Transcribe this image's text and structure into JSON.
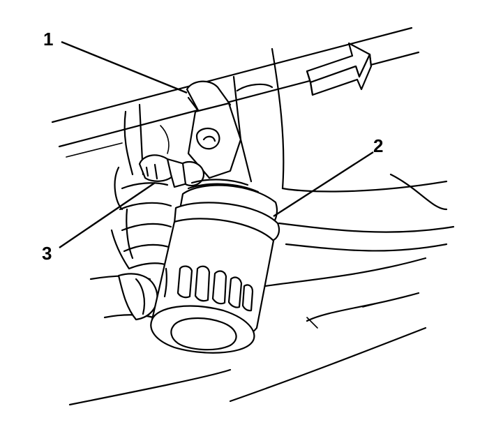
{
  "callouts": [
    {
      "id": "1",
      "label": "1"
    },
    {
      "id": "2",
      "label": "2"
    },
    {
      "id": "3",
      "label": "3"
    }
  ],
  "icons": {
    "direction_arrow": "front-direction-arrow-icon"
  },
  "colors": {
    "line": "#000000",
    "background": "#ffffff"
  }
}
